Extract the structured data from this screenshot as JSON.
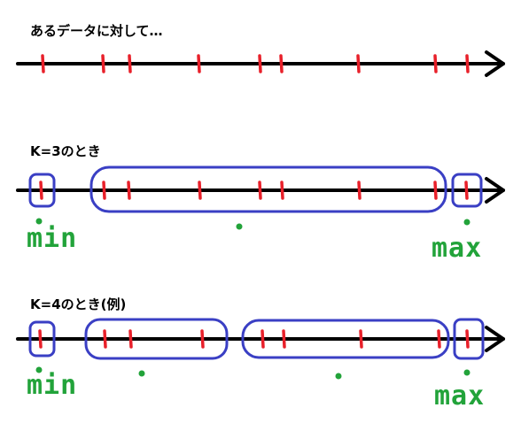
{
  "titles": {
    "row1": "あるデータに対して…",
    "row2": "K=3のとき",
    "row3": "K=4のとき(例)"
  },
  "labels": {
    "min": "min",
    "max": "max"
  },
  "colors": {
    "axis": "#000000",
    "tick": "#e8202a",
    "group_box": "#3a3fc4",
    "label": "#22a33a"
  }
}
